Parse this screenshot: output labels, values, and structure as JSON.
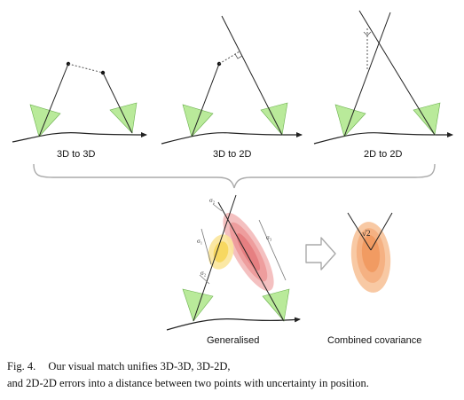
{
  "panels": {
    "p1_label": "3D to 3D",
    "p2_label": "3D to 2D",
    "p3_label": "2D to 2D",
    "generalised_label": "Generalised",
    "combined_label": "Combined covariance"
  },
  "symbols": {
    "sigma1": "σ₁",
    "sigma2": "σ₂",
    "sigma3": "σ₃",
    "sqrt2": "√2"
  },
  "caption": {
    "label": "Fig. 4.",
    "line1": "Our visual match unifies 3D-3D, 3D-2D,",
    "line2": "and 2D-2D errors into a distance between two points with uncertainty in position."
  },
  "colors": {
    "camera_green": "#b9ea9a",
    "ellipse_red": "#e9888c",
    "ellipse_yellow": "#f6d65a",
    "ellipse_orange": "#f3a46b",
    "line": "#222222"
  }
}
